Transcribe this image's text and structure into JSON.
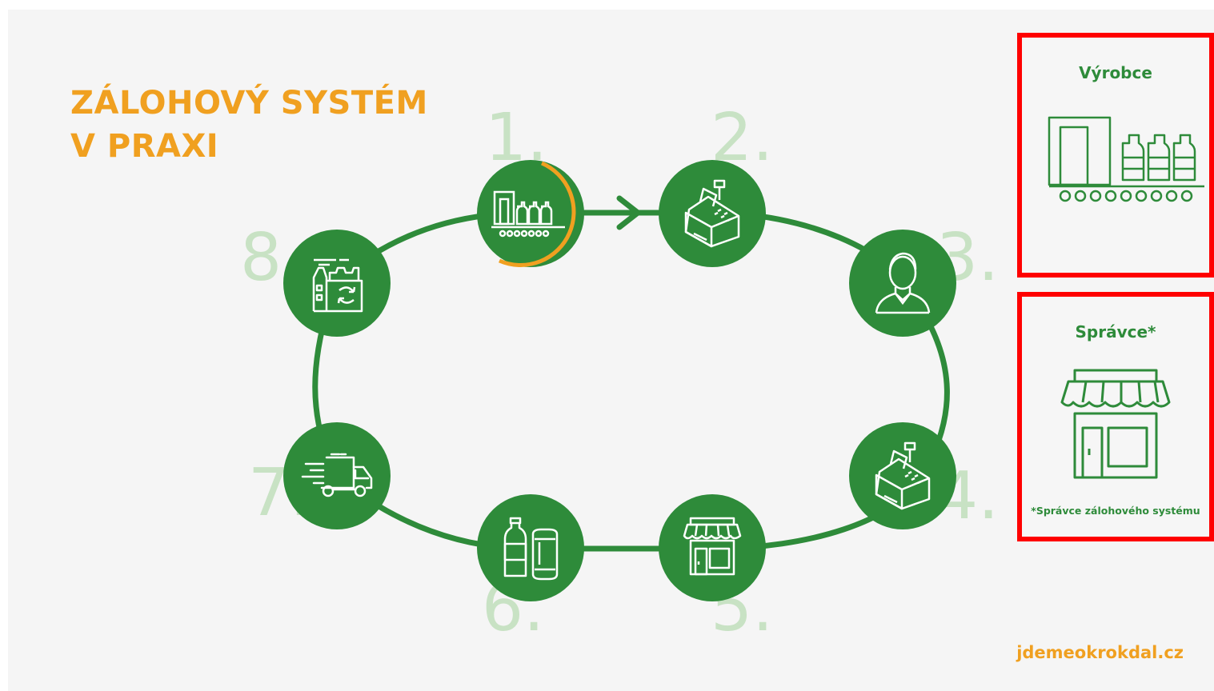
{
  "title": {
    "line1": "ZÁLOHOVÝ SYSTÉM",
    "line2": "V PRAXI"
  },
  "steps": [
    {
      "number": "1.",
      "icon": "production-line-icon"
    },
    {
      "number": "2.",
      "icon": "cash-register-icon"
    },
    {
      "number": "3.",
      "icon": "customer-icon"
    },
    {
      "number": "4.",
      "icon": "cash-register-icon"
    },
    {
      "number": "5.",
      "icon": "shop-icon"
    },
    {
      "number": "6.",
      "icon": "bottle-can-icon"
    },
    {
      "number": "7.",
      "icon": "delivery-truck-icon"
    },
    {
      "number": "8.",
      "icon": "recycling-factory-icon"
    }
  ],
  "active_step": "1.",
  "panels": {
    "producer": {
      "title": "Výrobce",
      "icon": "production-line-icon"
    },
    "administrator": {
      "title": "Správce*",
      "icon": "shop-icon",
      "note": "*Správce zálohového systému"
    }
  },
  "website": "jdemeokrokdal.cz",
  "colors": {
    "green": "#2e8b3a",
    "orange": "#f0a020",
    "light_green": "#c8e2c4",
    "highlight": "#ff0000"
  }
}
